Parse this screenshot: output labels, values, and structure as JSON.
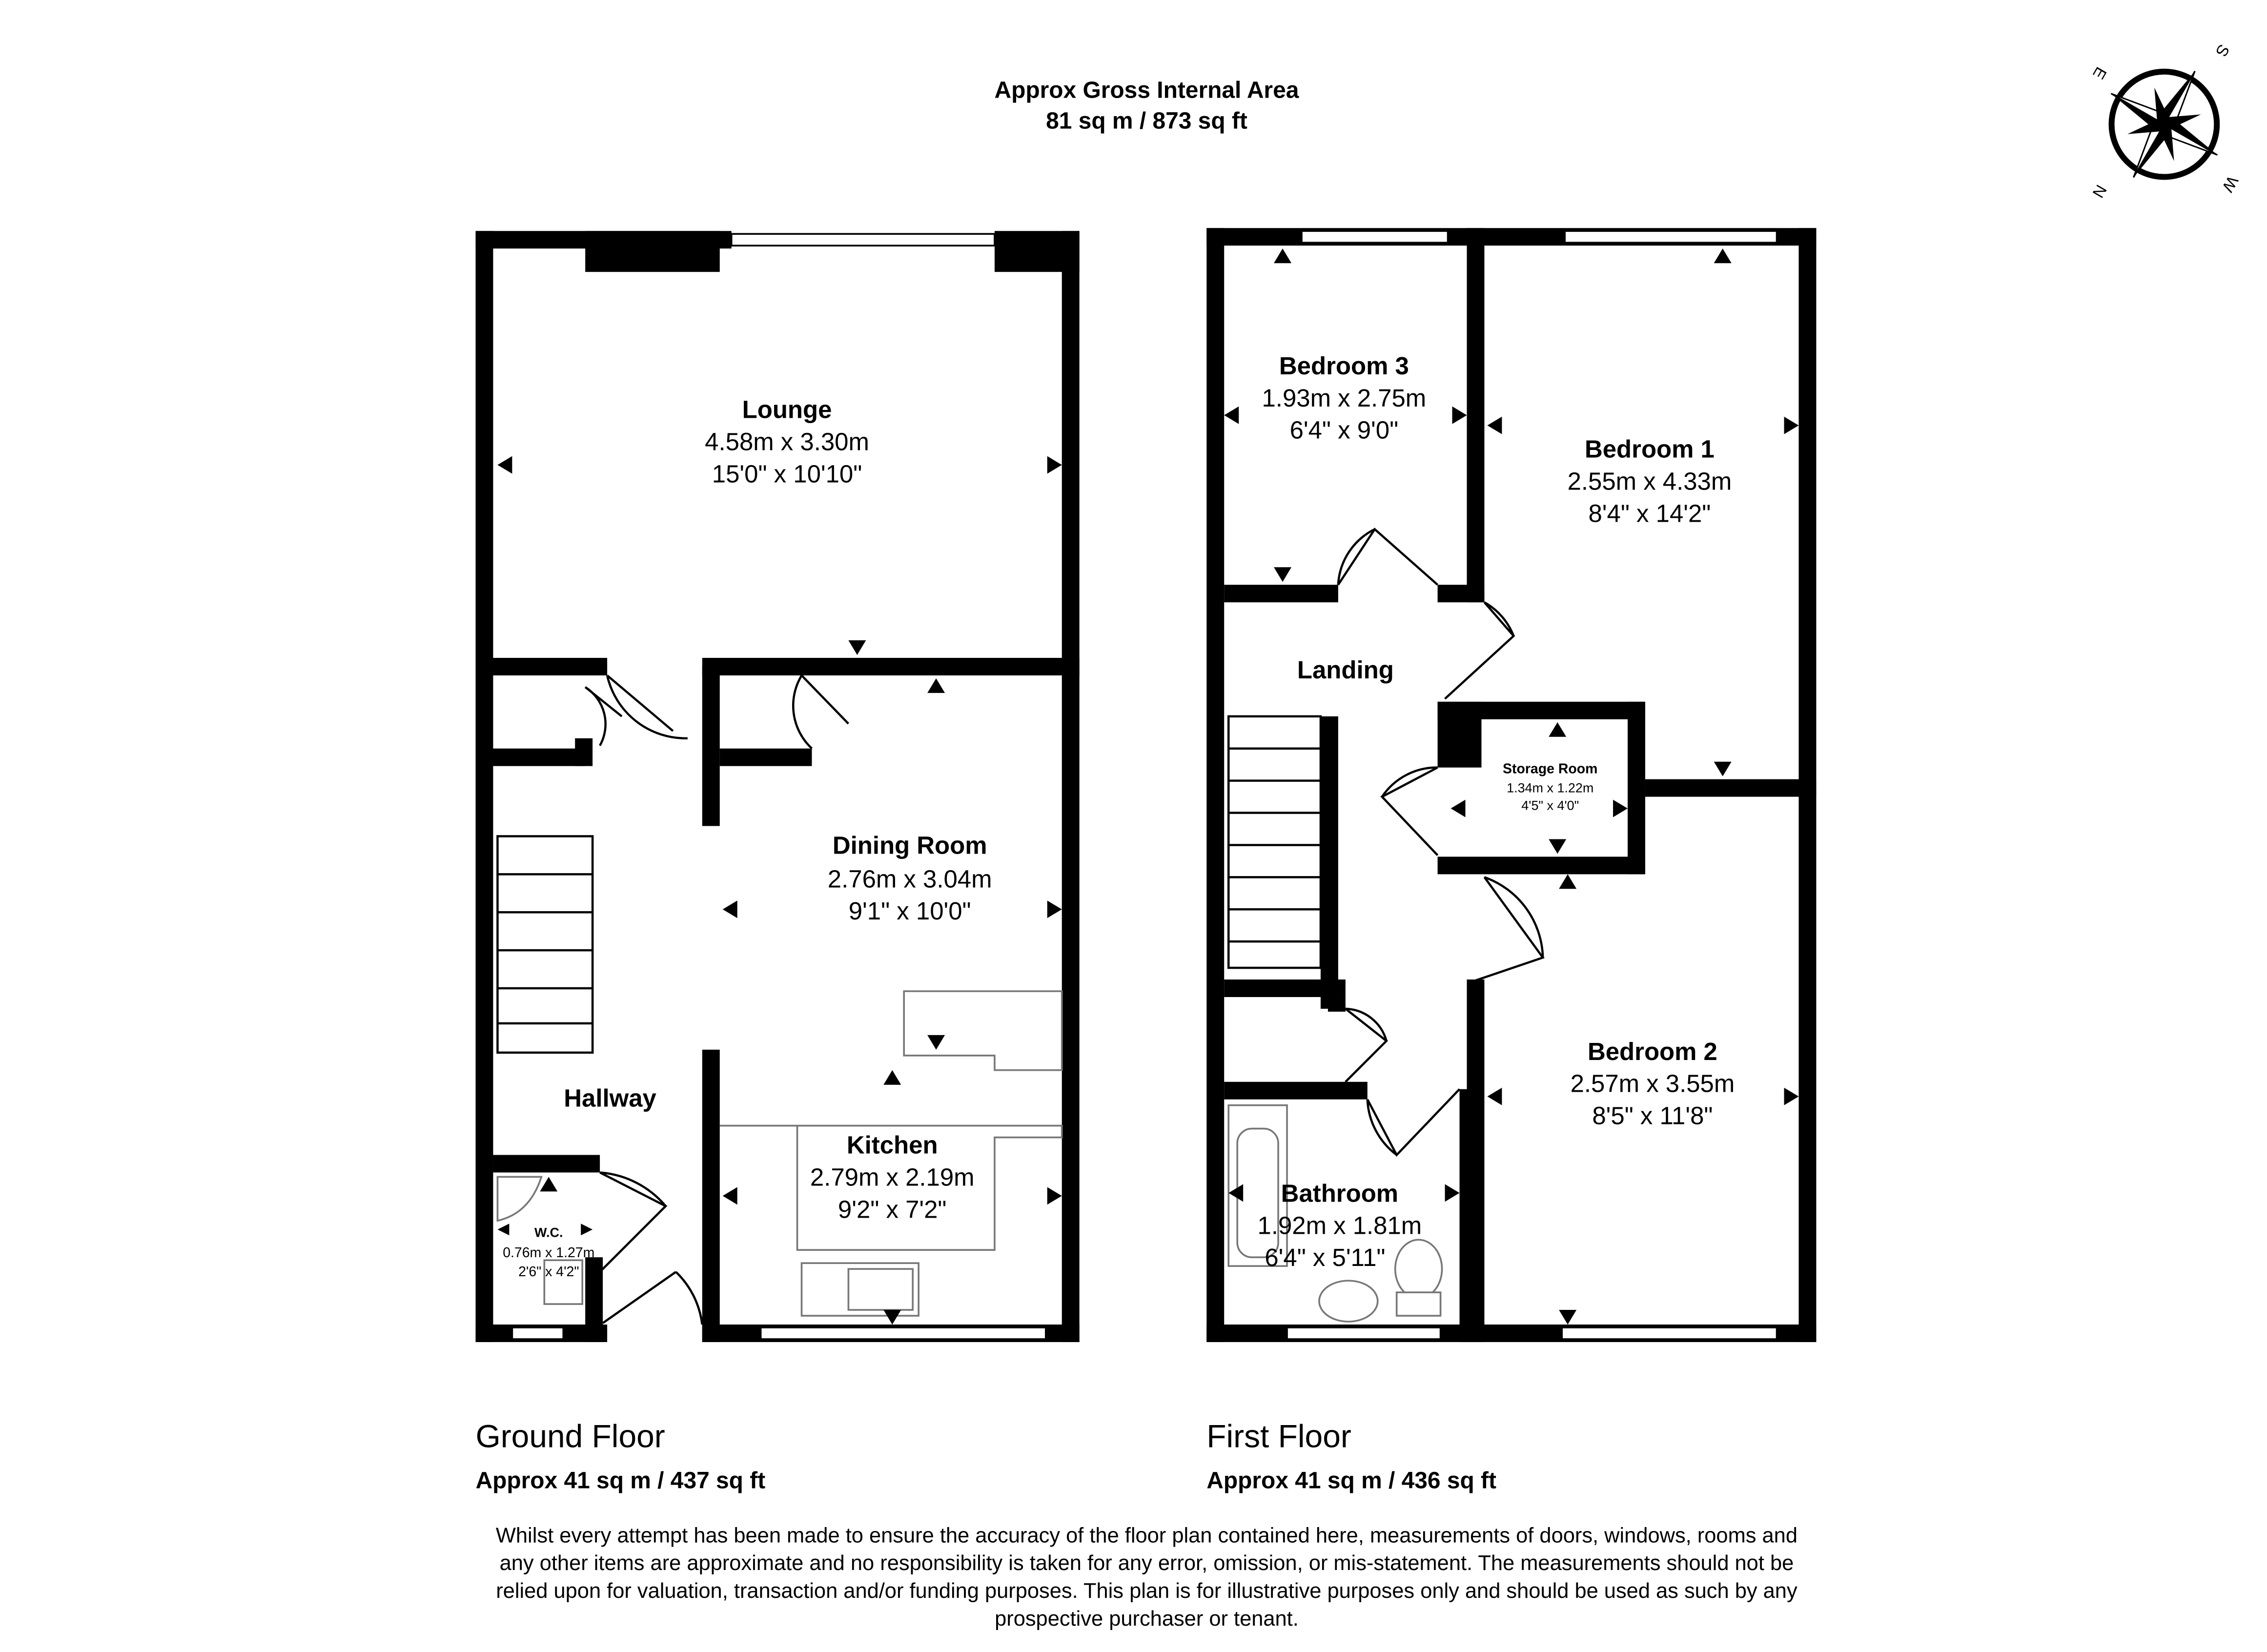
{
  "header": {
    "title": "Approx Gross Internal Area",
    "area": "81 sq m / 873 sq ft"
  },
  "compass": {
    "letters": [
      "E",
      "S",
      "W",
      "N"
    ]
  },
  "ground_floor": {
    "name": "Ground Floor",
    "area": "Approx 41 sq m / 437 sq ft",
    "rooms": {
      "lounge": {
        "name": "Lounge",
        "metric": "4.58m x 3.30m",
        "imperial": "15'0\" x 10'10\""
      },
      "dining": {
        "name": "Dining Room",
        "metric": "2.76m x 3.04m",
        "imperial": "9'1\" x 10'0\""
      },
      "kitchen": {
        "name": "Kitchen",
        "metric": "2.79m x 2.19m",
        "imperial": "9'2\" x 7'2\""
      },
      "hallway": {
        "name": "Hallway"
      },
      "wc": {
        "name": "W.C.",
        "metric": "0.76m x 1.27m",
        "imperial": "2'6\" x 4'2\""
      }
    }
  },
  "first_floor": {
    "name": "First Floor",
    "area": "Approx 41 sq m / 436 sq ft",
    "rooms": {
      "bedroom3": {
        "name": "Bedroom 3",
        "metric": "1.93m x 2.75m",
        "imperial": "6'4\" x 9'0\""
      },
      "bedroom1": {
        "name": "Bedroom 1",
        "metric": "2.55m x 4.33m",
        "imperial": "8'4\" x 14'2\""
      },
      "landing": {
        "name": "Landing"
      },
      "storage": {
        "name": "Storage Room",
        "metric": "1.34m x 1.22m",
        "imperial": "4'5\" x 4'0\""
      },
      "bedroom2": {
        "name": "Bedroom 2",
        "metric": "2.57m x 3.55m",
        "imperial": "8'5\" x 11'8\""
      },
      "bathroom": {
        "name": "Bathroom",
        "metric": "1.92m x 1.81m",
        "imperial": "6'4\" x 5'11\""
      }
    }
  },
  "disclaimer": [
    "Whilst every attempt has been made to ensure the accuracy of the floor plan contained here, measurements of doors, windows, rooms and",
    "any other items are approximate and no responsibility is taken for any error, omission, or mis-statement. The measurements should not be",
    "relied upon for valuation, transaction and/or funding purposes. This plan is for illustrative purposes only and should be used as such by any",
    "prospective purchaser or tenant."
  ]
}
